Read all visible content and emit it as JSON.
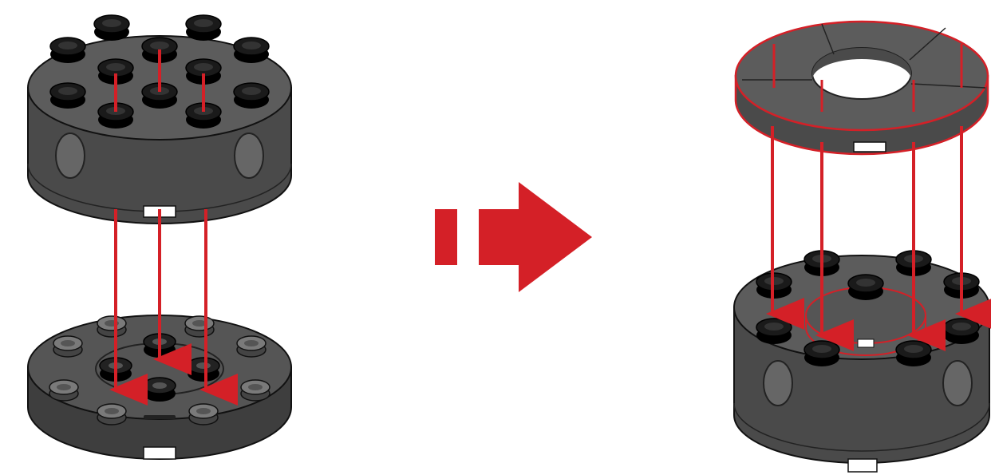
{
  "figure": {
    "description_label": "",
    "colors": {
      "brick_body": "#4a4a4a",
      "brick_top": "#5c5c5c",
      "brick_shadow": "#3a3a3a",
      "brick_outline": "#111111",
      "stud": "#111111",
      "stud_highlight": "#6e6e6e",
      "light_stud": "#6a6a6a",
      "arrow_red": "#d42027",
      "background": "#ffffff"
    },
    "icons": {
      "step_arrow": "double-chevron-right-icon",
      "insert_arrow": "down-arrow-icon"
    },
    "panels": [
      {
        "name": "step-1",
        "top_part": "round-brick-4x4-with-studs",
        "bottom_part": "round-plate-4x4-base",
        "arrows": 3
      },
      {
        "name": "step-2",
        "top_part": "round-ring-plate",
        "bottom_part": "assembled-round-brick",
        "arrows": 4
      }
    ]
  }
}
